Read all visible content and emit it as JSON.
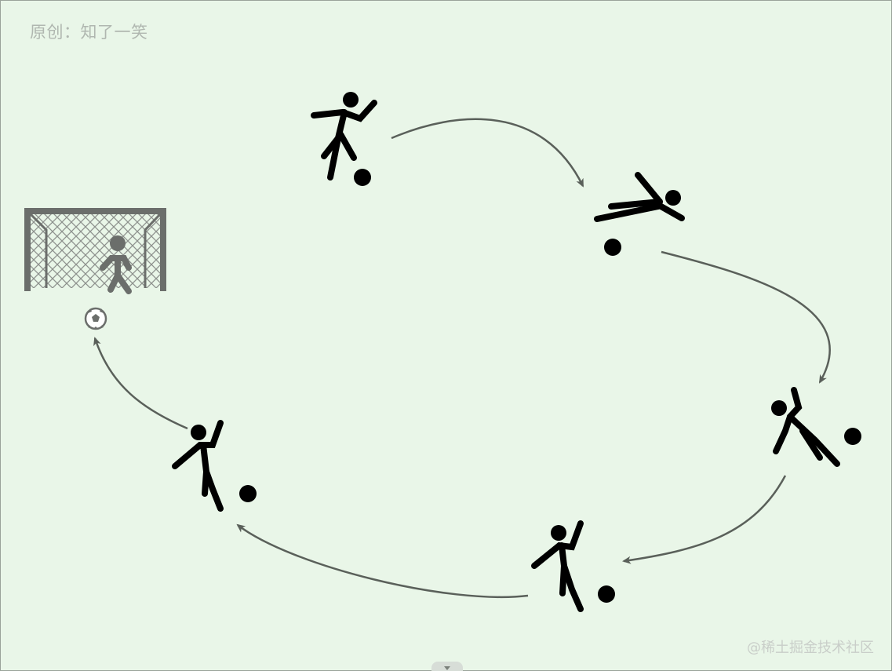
{
  "credit_text": "原创：知了一笑",
  "watermark_text": "@稀土掘金技术社区",
  "figures": [
    {
      "id": "player-top",
      "icon": "kicking-player-icon"
    },
    {
      "id": "player-diving",
      "icon": "diving-player-icon"
    },
    {
      "id": "player-right",
      "icon": "kicking-player-icon"
    },
    {
      "id": "player-bottom",
      "icon": "kicking-player-icon"
    },
    {
      "id": "player-left",
      "icon": "kicking-player-icon"
    },
    {
      "id": "goalkeeper",
      "icon": "goalkeeper-icon"
    },
    {
      "id": "goal-net",
      "icon": "goal-net-icon"
    },
    {
      "id": "soccer-ball",
      "icon": "soccer-ball-icon"
    }
  ],
  "colors": {
    "background": "#e9f6e8",
    "figure": "#000000",
    "arrow": "#5a605a",
    "goal": "#6b6e6b",
    "credit": "#b0b7b0",
    "watermark": "#c9cec9"
  }
}
